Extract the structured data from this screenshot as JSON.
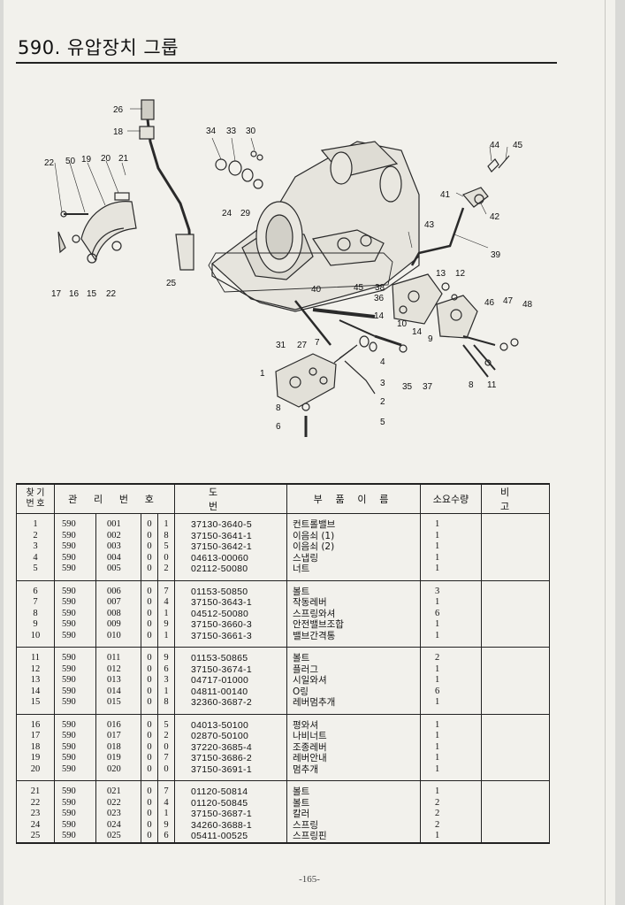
{
  "title": "590. 유압장치 그룹",
  "page_number": "-165-",
  "table": {
    "headers": [
      "찾 기\n번 호",
      "관 리 번 호",
      "도 번",
      "부 품 이 름",
      "소요수량",
      "비 고"
    ],
    "groups": [
      [
        {
          "no": "1",
          "g": "590",
          "s": "001",
          "z": "0",
          "c": "1",
          "drawing": "37130-3640-5",
          "name": "컨트롤밸브",
          "qty": "1"
        },
        {
          "no": "2",
          "g": "590",
          "s": "002",
          "z": "0",
          "c": "8",
          "drawing": "37150-3641-1",
          "name": "이음쇠 (1)",
          "qty": "1"
        },
        {
          "no": "3",
          "g": "590",
          "s": "003",
          "z": "0",
          "c": "5",
          "drawing": "37150-3642-1",
          "name": "이음쇠 (2)",
          "qty": "1"
        },
        {
          "no": "4",
          "g": "590",
          "s": "004",
          "z": "0",
          "c": "0",
          "drawing": "04613-00060",
          "name": "스냅링",
          "qty": "1"
        },
        {
          "no": "5",
          "g": "590",
          "s": "005",
          "z": "0",
          "c": "2",
          "drawing": "02112-50080",
          "name": "너트",
          "qty": "1"
        }
      ],
      [
        {
          "no": "6",
          "g": "590",
          "s": "006",
          "z": "0",
          "c": "7",
          "drawing": "01153-50850",
          "name": "볼트",
          "qty": "3"
        },
        {
          "no": "7",
          "g": "590",
          "s": "007",
          "z": "0",
          "c": "4",
          "drawing": "37150-3643-1",
          "name": "작동레버",
          "qty": "1"
        },
        {
          "no": "8",
          "g": "590",
          "s": "008",
          "z": "0",
          "c": "1",
          "drawing": "04512-50080",
          "name": "스프링와셔",
          "qty": "6"
        },
        {
          "no": "9",
          "g": "590",
          "s": "009",
          "z": "0",
          "c": "9",
          "drawing": "37150-3660-3",
          "name": "안전밸브조합",
          "qty": "1"
        },
        {
          "no": "10",
          "g": "590",
          "s": "010",
          "z": "0",
          "c": "1",
          "drawing": "37150-3661-3",
          "name": "밸브간격통",
          "qty": "1"
        }
      ],
      [
        {
          "no": "11",
          "g": "590",
          "s": "011",
          "z": "0",
          "c": "9",
          "drawing": "01153-50865",
          "name": "볼트",
          "qty": "2"
        },
        {
          "no": "12",
          "g": "590",
          "s": "012",
          "z": "0",
          "c": "6",
          "drawing": "37150-3674-1",
          "name": "플러그",
          "qty": "1"
        },
        {
          "no": "13",
          "g": "590",
          "s": "013",
          "z": "0",
          "c": "3",
          "drawing": "04717-01000",
          "name": "시일와셔",
          "qty": "1"
        },
        {
          "no": "14",
          "g": "590",
          "s": "014",
          "z": "0",
          "c": "1",
          "drawing": "04811-00140",
          "name": "O링",
          "qty": "6"
        },
        {
          "no": "15",
          "g": "590",
          "s": "015",
          "z": "0",
          "c": "8",
          "drawing": "32360-3687-2",
          "name": "레버멈추개",
          "qty": "1"
        }
      ],
      [
        {
          "no": "16",
          "g": "590",
          "s": "016",
          "z": "0",
          "c": "5",
          "drawing": "04013-50100",
          "name": "평와셔",
          "qty": "1"
        },
        {
          "no": "17",
          "g": "590",
          "s": "017",
          "z": "0",
          "c": "2",
          "drawing": "02870-50100",
          "name": "나비너트",
          "qty": "1"
        },
        {
          "no": "18",
          "g": "590",
          "s": "018",
          "z": "0",
          "c": "0",
          "drawing": "37220-3685-4",
          "name": "조종레버",
          "qty": "1"
        },
        {
          "no": "19",
          "g": "590",
          "s": "019",
          "z": "0",
          "c": "7",
          "drawing": "37150-3686-2",
          "name": "레버안내",
          "qty": "1"
        },
        {
          "no": "20",
          "g": "590",
          "s": "020",
          "z": "0",
          "c": "0",
          "drawing": "37150-3691-1",
          "name": "멈추개",
          "qty": "1"
        }
      ],
      [
        {
          "no": "21",
          "g": "590",
          "s": "021",
          "z": "0",
          "c": "7",
          "drawing": "01120-50814",
          "name": "볼트",
          "qty": "1"
        },
        {
          "no": "22",
          "g": "590",
          "s": "022",
          "z": "0",
          "c": "4",
          "drawing": "01120-50845",
          "name": "볼트",
          "qty": "2"
        },
        {
          "no": "23",
          "g": "590",
          "s": "023",
          "z": "0",
          "c": "1",
          "drawing": "37150-3687-1",
          "name": "칼러",
          "qty": "2"
        },
        {
          "no": "24",
          "g": "590",
          "s": "024",
          "z": "0",
          "c": "9",
          "drawing": "34260-3688-1",
          "name": "스프링",
          "qty": "2"
        },
        {
          "no": "25",
          "g": "590",
          "s": "025",
          "z": "0",
          "c": "6",
          "drawing": "05411-00525",
          "name": "스프링핀",
          "qty": "1"
        }
      ]
    ]
  },
  "callouts": [
    "26",
    "18",
    "34",
    "33",
    "30",
    "22",
    "50",
    "19",
    "20",
    "21",
    "24",
    "29",
    "44",
    "45",
    "41",
    "42",
    "43",
    "39",
    "25",
    "45",
    "38",
    "36",
    "13",
    "12",
    "40",
    "14",
    "10",
    "14",
    "46",
    "47",
    "48",
    "9",
    "31",
    "27",
    "7",
    "1",
    "4",
    "3",
    "35",
    "37",
    "8",
    "11",
    "2",
    "8",
    "5",
    "6",
    "17",
    "16",
    "15",
    "22"
  ]
}
